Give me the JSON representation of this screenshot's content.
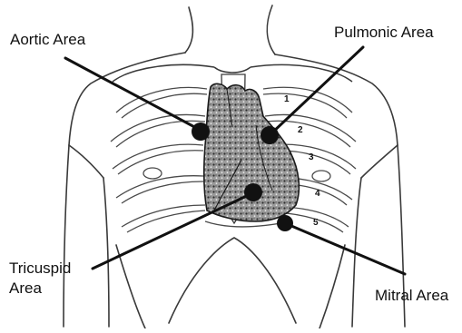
{
  "labels": {
    "aortic": "Aortic Area",
    "pulmonic": "Pulmonic Area",
    "tricuspid_line1": "Tricuspid",
    "tricuspid_line2": "Area",
    "mitral": "Mitral Area"
  },
  "rib_numbers": [
    "1",
    "2",
    "3",
    "4",
    "5"
  ],
  "colors": {
    "ink": "#111111",
    "outline": "#3a3a3a",
    "heart_fill": "#8a8a8a",
    "background": "#ffffff"
  }
}
